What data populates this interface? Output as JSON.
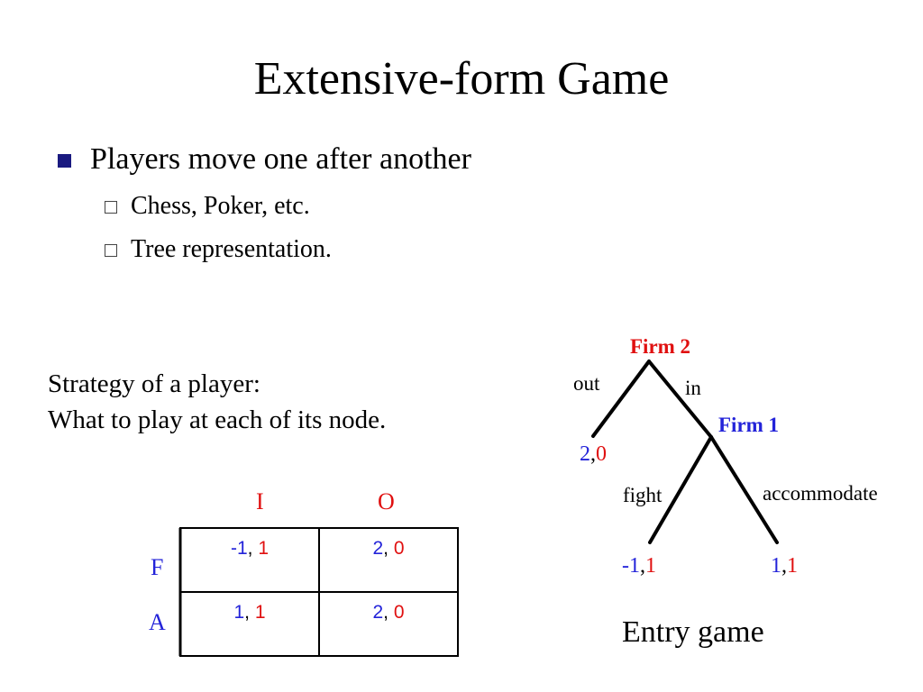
{
  "slide": {
    "title": "Extensive-form Game",
    "bullet": {
      "text": "Players move one after another",
      "subitems": [
        "Chess, Poker, etc.",
        "Tree representation."
      ]
    },
    "strategy": {
      "line1": "Strategy of a player:",
      "line2": "What to play at each of its node."
    }
  },
  "matrix": {
    "col_headers": [
      "I",
      "O"
    ],
    "row_headers": [
      "F",
      "A"
    ],
    "cells": [
      [
        {
          "p1": "-1",
          "sep": ", ",
          "p2": "1"
        },
        {
          "p1": "2",
          "sep": ", ",
          "p2": "0"
        }
      ],
      [
        {
          "p1": "1",
          "sep": ", ",
          "p2": "1"
        },
        {
          "p1": "2",
          "sep": ", ",
          "p2": "0"
        }
      ]
    ]
  },
  "tree": {
    "root_label": "Firm 2",
    "root_actions": {
      "left": "out",
      "right": "in"
    },
    "out_payoff": {
      "p1": "2",
      "sep": ",",
      "p2": "0"
    },
    "node2_label": "Firm 1",
    "node2_actions": {
      "left": "fight",
      "right": "accommodate"
    },
    "fight_payoff": {
      "p1": "-1",
      "sep": ",",
      "p2": "1"
    },
    "accommodate_payoff": {
      "p1": "1",
      "sep": ",",
      "p2": "1"
    },
    "caption": "Entry game"
  },
  "colors": {
    "player1": "#2323d9",
    "player2": "#e01010",
    "bullet": "#1a1a80",
    "line": "#000000"
  }
}
